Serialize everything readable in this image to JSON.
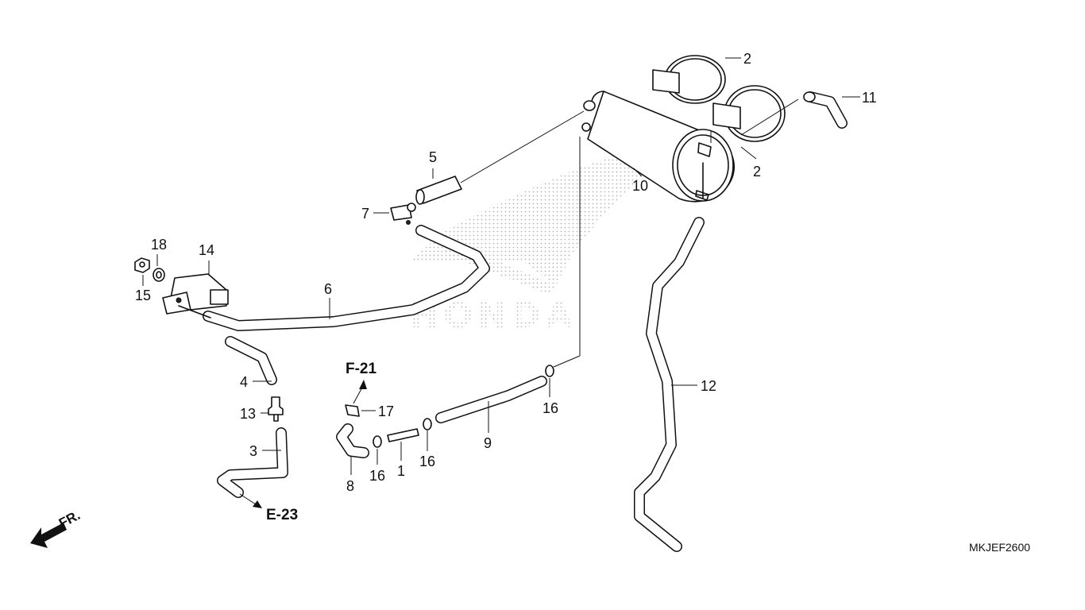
{
  "diagram": {
    "callouts": {
      "p1": "1",
      "p2a": "2",
      "p2b": "2",
      "p3": "3",
      "p4": "4",
      "p5": "5",
      "p6": "6",
      "p7": "7",
      "p8": "8",
      "p9": "9",
      "p10": "10",
      "p11": "11",
      "p12": "12",
      "p13": "13",
      "p14": "14",
      "p15": "15",
      "p16a": "16",
      "p16b": "16",
      "p16c": "16",
      "p17": "17",
      "p18": "18"
    },
    "references": {
      "f21": "F-21",
      "e23": "E-23"
    },
    "front_arrow": "FR.",
    "diagram_code": "MKJEF2600",
    "watermark": "HONDA"
  }
}
